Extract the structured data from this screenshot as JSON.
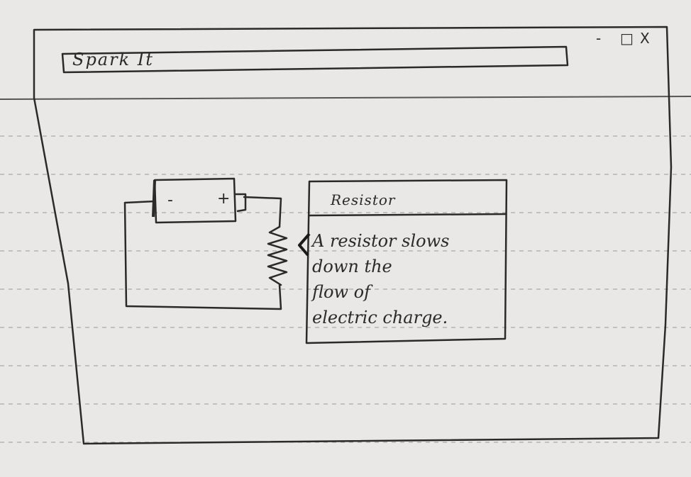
{
  "window": {
    "title": "Spark It",
    "controls": {
      "minimize": "-",
      "maximize": "□",
      "close": "X"
    }
  },
  "circuit": {
    "battery": {
      "negative_label": "-",
      "positive_label": "+"
    }
  },
  "tooltip": {
    "title": "Resistor",
    "body": "A resistor slows\ndown the\nflow of\nelectric charge."
  }
}
